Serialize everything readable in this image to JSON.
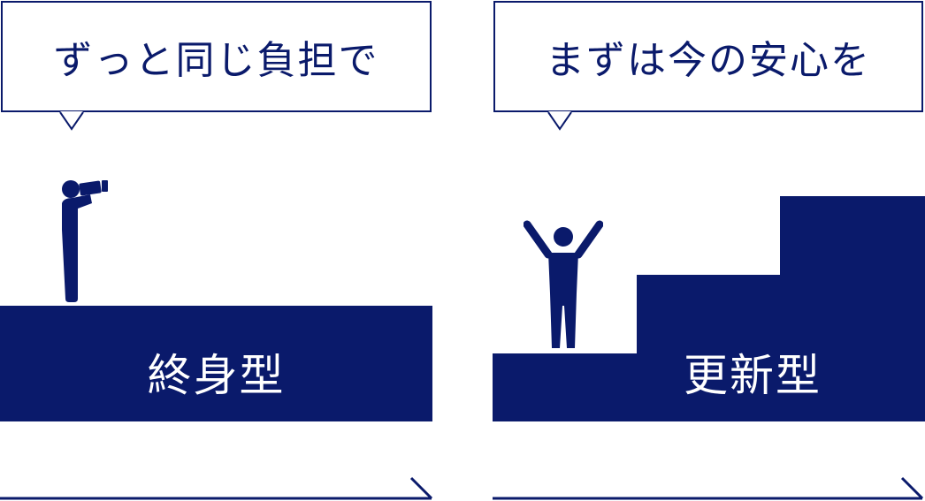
{
  "left_panel": {
    "bubble_text": "ずっと同じ負担で",
    "block_label": "終身型"
  },
  "right_panel": {
    "bubble_text": "まずは今の安心を",
    "block_label": "更新型"
  },
  "colors": {
    "navy": "#0a1a6b",
    "background": "#ffffff"
  },
  "icons": {
    "left_figure": "person-with-telescope-icon",
    "right_figure": "person-arms-raised-icon"
  }
}
